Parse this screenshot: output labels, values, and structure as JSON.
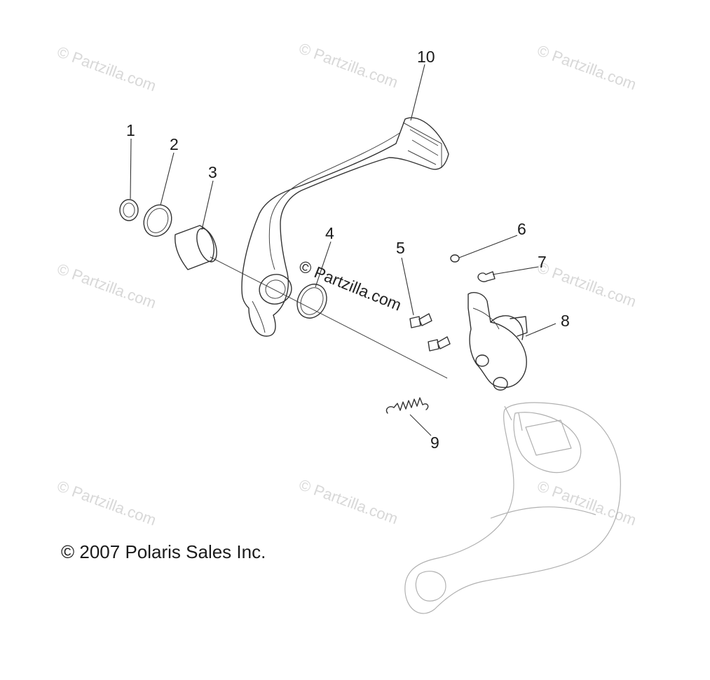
{
  "watermark": {
    "text": "© Partzilla.com",
    "center_text": "© Partzilla.com"
  },
  "callouts": [
    "1",
    "2",
    "3",
    "4",
    "5",
    "6",
    "7",
    "8",
    "9",
    "10"
  ],
  "copyright": "© 2007 Polaris Sales Inc.",
  "parts": {
    "1": "retaining-ring",
    "2": "washer",
    "3": "bushing",
    "4": "washer",
    "5": "bolt",
    "6": "clip",
    "7": "pin",
    "8": "master-cylinder",
    "9": "spring",
    "10": "brake-pedal"
  }
}
